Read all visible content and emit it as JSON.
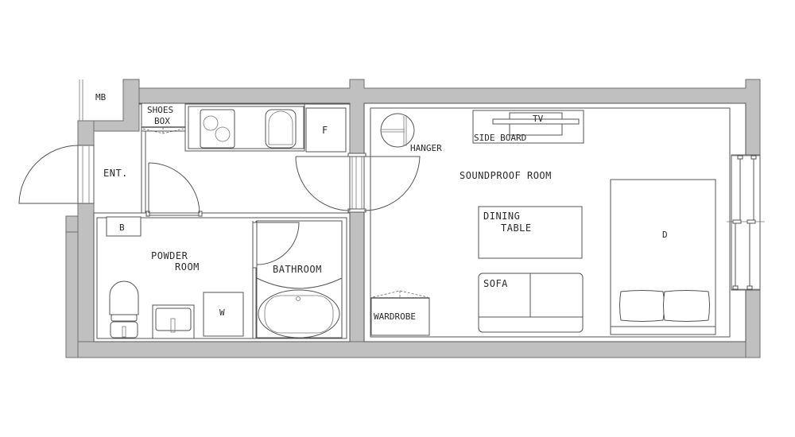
{
  "floor_plan": {
    "colors": {
      "wall_fill": "#c0c0c0",
      "wall_stroke": "#6f6f6f",
      "line": "#555555",
      "background": "#ffffff"
    },
    "rooms": {
      "meter_box": "MB",
      "entrance": "ENT.",
      "powder_room_line1": "POWDER",
      "powder_room_line2": "ROOM",
      "bathroom": "BATHROOM",
      "soundproof_room": "SOUNDPROOF ROOM"
    },
    "fixtures": {
      "shoes_box_line1": "SHOES",
      "shoes_box_line2": "BOX",
      "fridge": "F",
      "bath_cabinet": "B",
      "washer": "W",
      "hanger": "HANGER",
      "tv": "TV",
      "side_board": "SIDE BOARD",
      "dining_table_line1": "DINING",
      "dining_table_line2": "TABLE",
      "sofa": "SOFA",
      "bed": "D",
      "wardrobe": "WARDROBE"
    }
  }
}
